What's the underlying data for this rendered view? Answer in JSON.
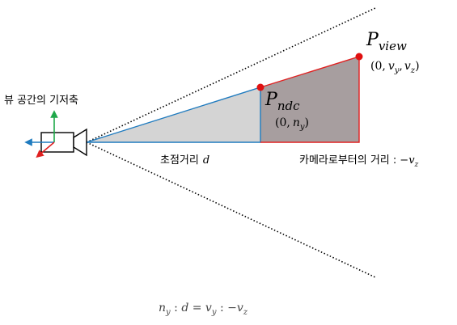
{
  "labels": {
    "view_axes": "뷰 공간의 기저축",
    "focal_length_text": "초점거리",
    "focal_length_var": "d",
    "distance_text": "카메라로부터의 거리 :",
    "distance_var": "−v",
    "distance_sub": "z"
  },
  "points": {
    "p_view": {
      "symbol": "P",
      "sub": "view",
      "coord_open": "(0,",
      "coord_vy": "v",
      "coord_vy_sub": "y",
      "coord_comma": ",",
      "coord_vz": "v",
      "coord_vz_sub": "z",
      "coord_close": ")"
    },
    "p_ndc": {
      "symbol": "P",
      "sub": "ndc",
      "coord_open": "(0,",
      "coord_ny": "n",
      "coord_ny_sub": "y",
      "coord_close": ")"
    }
  },
  "equation": {
    "ny": "n",
    "ny_sub": "y",
    "colon1": " : ",
    "d": "d",
    "eq": " = ",
    "vy": "v",
    "vy_sub": "y",
    "colon2": " : ",
    "neg_vz": "−v",
    "neg_vz_sub": "z"
  },
  "colors": {
    "frustum_line": "#000000",
    "blue_line": "#1f7bbf",
    "red_line": "#e02020",
    "light_fill": "#d4d4d4",
    "dark_fill": "#a79e9f",
    "point": "#e01010",
    "axis_green": "#1fa84a",
    "axis_blue": "#1f7bbf",
    "axis_red": "#e02020"
  }
}
